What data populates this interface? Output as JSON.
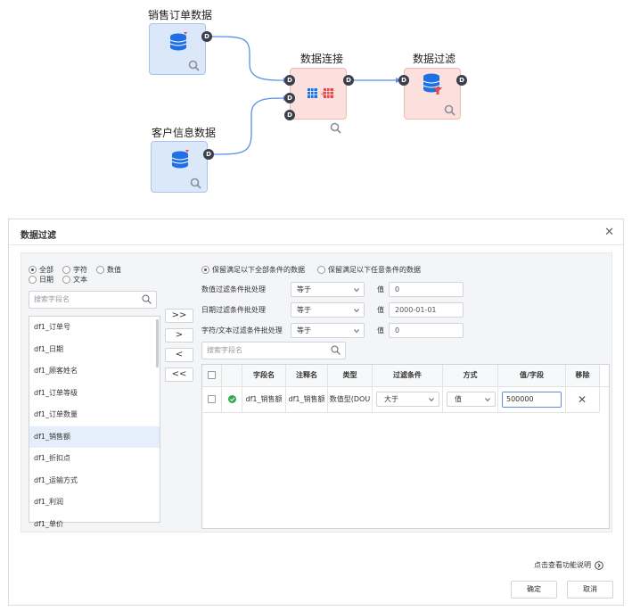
{
  "flow": {
    "nodes": [
      {
        "title": "销售订单数据",
        "port": "D"
      },
      {
        "title": "客户信息数据",
        "port": "D"
      },
      {
        "title": "数据连接",
        "port": "D"
      },
      {
        "title": "数据过滤",
        "port": "D"
      }
    ]
  },
  "dialog": {
    "title": "数据过滤",
    "field_types": {
      "all": "全部",
      "char": "字符",
      "num": "数值",
      "date": "日期",
      "text": "文本"
    },
    "field_search_placeholder": "搜索字段名",
    "fields": [
      "df1_订单号",
      "df1_日期",
      "df1_顾客姓名",
      "df1_订单等级",
      "df1_订单数量",
      "df1_销售额",
      "df1_折扣点",
      "df1_运输方式",
      "df1_利润",
      "df1_单价"
    ],
    "selected_field": "df1_销售额",
    "move_buttons": [
      ">>",
      ">",
      "<",
      "<<"
    ],
    "condition_mode": {
      "all": "保留满足以下全部条件的数据",
      "any": "保留满足以下任意条件的数据"
    },
    "batch": [
      {
        "label": "数值过滤条件批处理",
        "op": "等于",
        "value_label": "值",
        "value": "0"
      },
      {
        "label": "日期过滤条件批处理",
        "op": "等于",
        "value_label": "值",
        "value": "2000-01-01"
      },
      {
        "label": "字符/文本过滤条件批处理",
        "op": "等于",
        "value_label": "值",
        "value": "0"
      }
    ],
    "table_search_placeholder": "搜索字段名",
    "table": {
      "headers": [
        "字段名",
        "注释名",
        "类型",
        "过滤条件",
        "方式",
        "值/字段",
        "移除"
      ],
      "rows": [
        {
          "field": "df1_销售额",
          "comment": "df1_销售额",
          "type": "数值型(DOU",
          "condition": "大于",
          "mode": "值",
          "value": "500000",
          "remove": "✕"
        }
      ]
    },
    "help_text": "点击查看功能说明",
    "ok": "确定",
    "cancel": "取消"
  }
}
